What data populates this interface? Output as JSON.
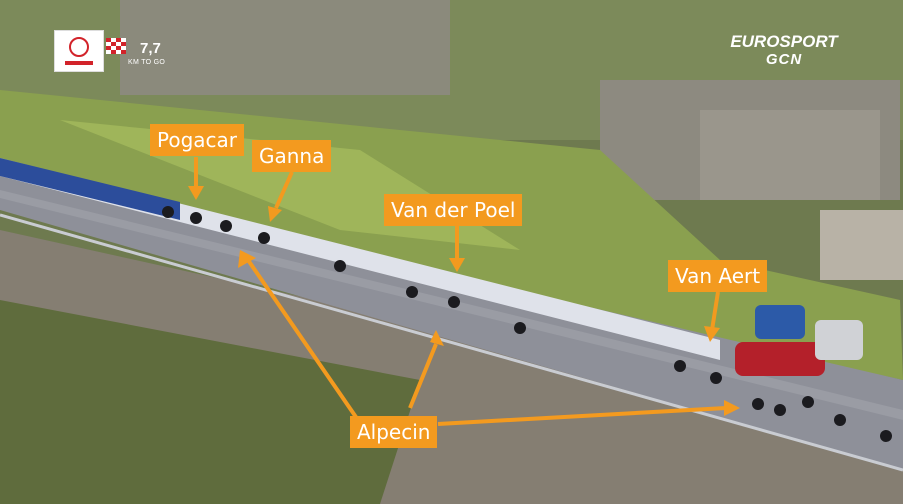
{
  "hud": {
    "km_to_go": "7,7",
    "km_label": "KM TO GO"
  },
  "broadcaster": {
    "line1": "EUROSPORT",
    "line2": "GCN"
  },
  "labels": {
    "pogacar": "Pogacar",
    "ganna": "Ganna",
    "van_der_poel": "Van der Poel",
    "van_aert": "Van Aert",
    "alpecin": "Alpecin"
  },
  "colors": {
    "label_bg": "#f39a1f",
    "arrow": "#f39a1f",
    "label_text": "#ffffff"
  }
}
